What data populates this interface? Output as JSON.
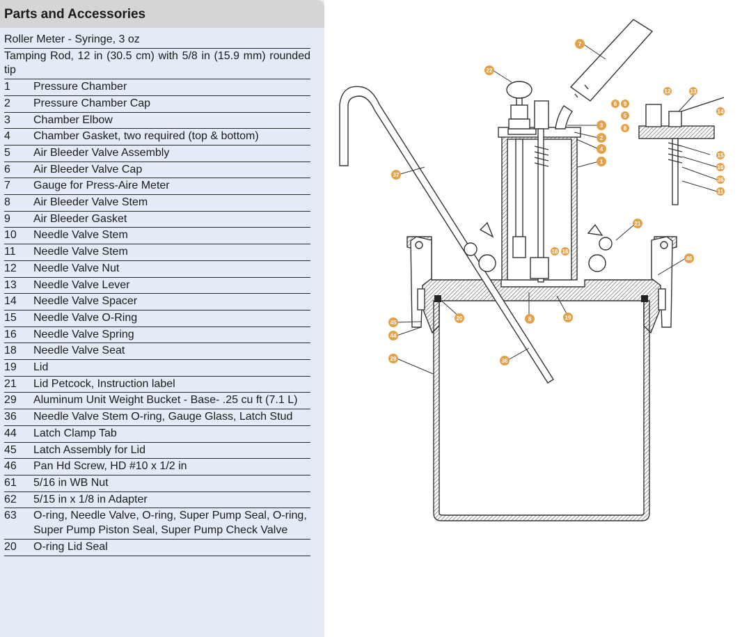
{
  "header": {
    "title": "Parts and Accessories"
  },
  "parts": [
    {
      "num": "",
      "desc": "Roller Meter - Syringe, 3 oz"
    },
    {
      "num": "",
      "desc": "Tamping Rod, 12 in (30.5 cm) with 5/8 in (15.9 mm) rounded tip"
    },
    {
      "num": "1",
      "desc": "Pressure Chamber"
    },
    {
      "num": "2",
      "desc": "Pressure Chamber Cap"
    },
    {
      "num": "3",
      "desc": "Chamber Elbow"
    },
    {
      "num": "4",
      "desc": "Chamber Gasket, two required (top & bottom)"
    },
    {
      "num": "5",
      "desc": "Air Bleeder Valve Assembly"
    },
    {
      "num": "6",
      "desc": "Air Bleeder Valve Cap"
    },
    {
      "num": "7",
      "desc": "Gauge for Press-Aire Meter"
    },
    {
      "num": "8",
      "desc": "Air Bleeder Valve Stem"
    },
    {
      "num": "9",
      "desc": "Air Bleeder Gasket"
    },
    {
      "num": "10",
      "desc": "Needle Valve Stem"
    },
    {
      "num": "11",
      "desc": "Needle Valve Stem"
    },
    {
      "num": "12",
      "desc": "Needle Valve Nut"
    },
    {
      "num": "13",
      "desc": "Needle Valve Lever"
    },
    {
      "num": "14",
      "desc": "Needle Valve Spacer"
    },
    {
      "num": "15",
      "desc": "Needle Valve O-Ring"
    },
    {
      "num": "16",
      "desc": "Needle Valve Spring"
    },
    {
      "num": "18",
      "desc": "Needle Valve Seat"
    },
    {
      "num": "19",
      "desc": "Lid"
    },
    {
      "num": "21",
      "desc": "Lid Petcock, Instruction label"
    },
    {
      "num": "29",
      "desc": "Aluminum Unit Weight Bucket - Base- .25 cu ft (7.1 L)"
    },
    {
      "num": "36",
      "desc": "Needle Valve Stem O-ring, Gauge Glass, Latch Stud"
    },
    {
      "num": "44",
      "desc": "Latch Clamp Tab"
    },
    {
      "num": "45",
      "desc": "Latch Assembly for Lid"
    },
    {
      "num": "46",
      "desc": "Pan Hd Screw, HD #10 x 1/2 in"
    },
    {
      "num": "61",
      "desc": "5/16 in WB Nut"
    },
    {
      "num": "62",
      "desc": "5/15 in x 1/8 in Adapter"
    },
    {
      "num": "63",
      "desc": "O-ring, Needle Valve, O-ring, Super Pump Seal, O-ring, Super Pump Piston Seal, Super Pump Check Valve"
    },
    {
      "num": "20",
      "desc": "O-ring Lid Seal"
    }
  ],
  "callouts": {
    "c7": "7",
    "c22": "22",
    "c3": "3",
    "c2": "2",
    "c4": "4",
    "c1": "1",
    "c37": "37",
    "c21": "21",
    "c46": "46",
    "c18": "18",
    "c16": "16",
    "c20": "20",
    "c8b": "8",
    "c19": "19",
    "c45": "45",
    "c44": "44",
    "c29": "29",
    "c36": "36",
    "c6": "6",
    "c9": "9",
    "c5": "5",
    "c8": "8",
    "c12": "12",
    "c13": "13",
    "c14": "14",
    "c15": "15",
    "c16b": "16",
    "c36b": "36",
    "c11": "11"
  },
  "colors": {
    "callout": "#e3a14a",
    "panel": "#e3ecf6",
    "header": "#d5d5d5"
  }
}
